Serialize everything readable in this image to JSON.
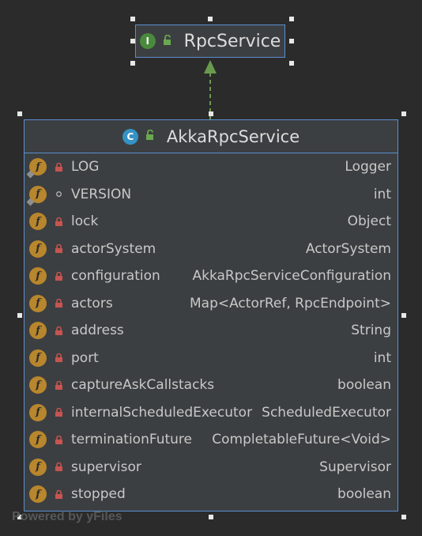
{
  "interface": {
    "badge": "I",
    "name": "RpcService",
    "icon": "interface-icon",
    "visibility_icon": "public-lock-icon"
  },
  "class": {
    "badge": "C",
    "name": "AkkaRpcService",
    "icon": "class-icon",
    "visibility_icon": "public-lock-icon",
    "fields": [
      {
        "name": "LOG",
        "type": "Logger",
        "visibility": "private",
        "static": true
      },
      {
        "name": "VERSION",
        "type": "int",
        "visibility": "package",
        "static": true
      },
      {
        "name": "lock",
        "type": "Object",
        "visibility": "private",
        "static": false
      },
      {
        "name": "actorSystem",
        "type": "ActorSystem",
        "visibility": "private",
        "static": false
      },
      {
        "name": "configuration",
        "type": "AkkaRpcServiceConfiguration",
        "visibility": "private",
        "static": false
      },
      {
        "name": "actors",
        "type": "Map<ActorRef, RpcEndpoint>",
        "visibility": "private",
        "static": false
      },
      {
        "name": "address",
        "type": "String",
        "visibility": "private",
        "static": false
      },
      {
        "name": "port",
        "type": "int",
        "visibility": "private",
        "static": false
      },
      {
        "name": "captureAskCallstacks",
        "type": "boolean",
        "visibility": "private",
        "static": false
      },
      {
        "name": "internalScheduledExecutor",
        "type": "ScheduledExecutor",
        "visibility": "private",
        "static": false
      },
      {
        "name": "terminationFuture",
        "type": "CompletableFuture<Void>",
        "visibility": "private",
        "static": false
      },
      {
        "name": "supervisor",
        "type": "Supervisor",
        "visibility": "private",
        "static": false
      },
      {
        "name": "stopped",
        "type": "boolean",
        "visibility": "private",
        "static": false
      }
    ]
  },
  "field_badge": "f",
  "watermark": "Powered by yFiles",
  "colors": {
    "background": "#2b2b2b",
    "node_fill": "#3c3f41",
    "border": "#5a8fd0",
    "arrow": "#6a9a4e",
    "field_icon": "#b8862d",
    "private_lock": "#c75450",
    "interface_badge": "#4a8a3c",
    "class_badge": "#3592c4"
  }
}
